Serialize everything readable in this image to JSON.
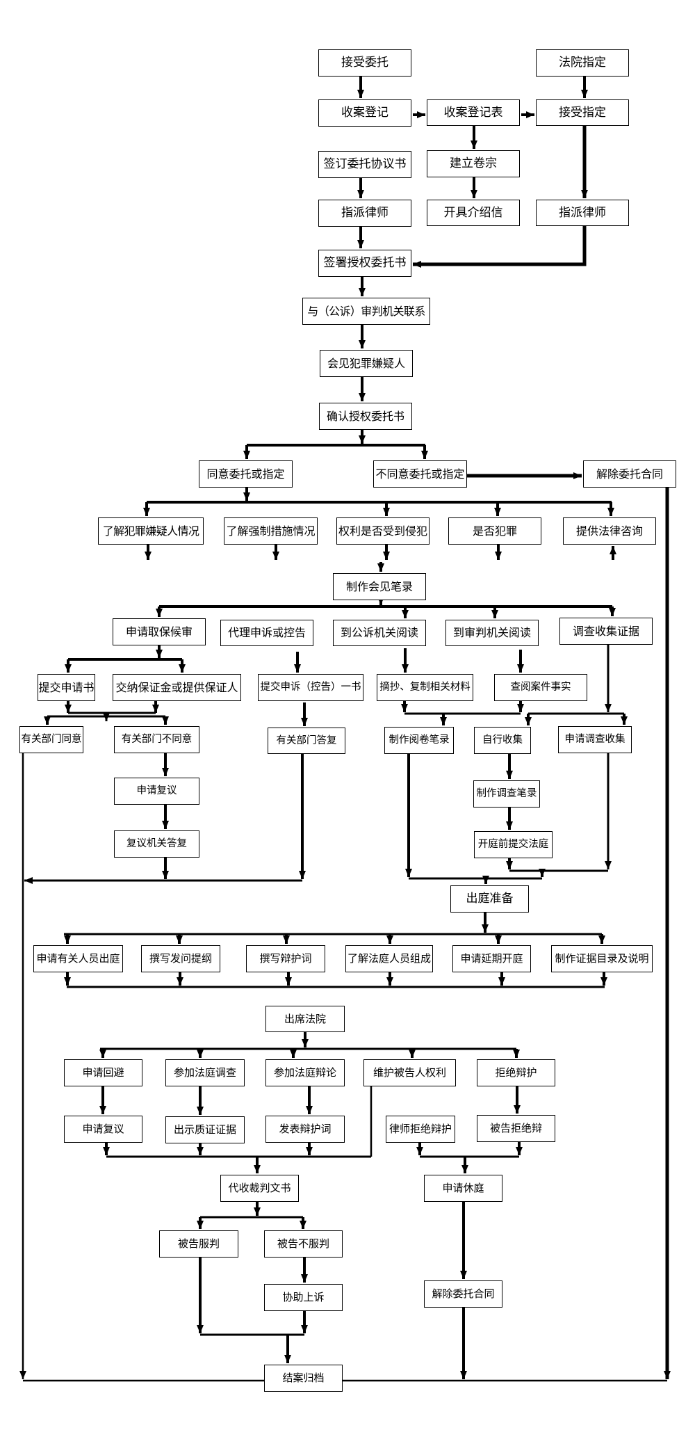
{
  "colors": {
    "line": "#000000",
    "box_border": "#000000",
    "box_fill": "#ffffff",
    "background": "#ffffff",
    "text": "#000000"
  },
  "diagram": {
    "nodes": {
      "accept_commission": "接受委托",
      "court_appointment": "法院指定",
      "case_registration": "收案登记",
      "case_registration_form": "收案登记表",
      "accept_appointment": "接受指定",
      "sign_agreement": "签订委托协议书",
      "build_file": "建立卷宗",
      "assign_lawyer_left": "指派律师",
      "issue_letter": "开具介绍信",
      "assign_lawyer_right": "指派律师",
      "sign_power_of_attorney": "签署授权委托书",
      "contact_authorities": "与（公诉）审判机关联系",
      "meet_suspect": "会见犯罪嫌疑人",
      "confirm_power_of_attorney": "确认授权委托书",
      "agree": "同意委托或指定",
      "disagree": "不同意委托或指定",
      "terminate_contract_top": "解除委托合同",
      "understand_suspect": "了解犯罪嫌疑人情况",
      "understand_measures": "了解强制措施情况",
      "rights_violated": "权利是否受到侵犯",
      "whether_crime": "是否犯罪",
      "legal_consult": "提供法律咨询",
      "meeting_record": "制作会见笔录",
      "apply_bail": "申请取保候审",
      "petition_agent": "代理申诉或控告",
      "read_procuratorate": "到公诉机关阅读",
      "read_court": "到审判机关阅读",
      "investigate": "调查收集证据",
      "submit_application": "提交申请书",
      "pay_bail": "交纳保证金或提供保证人",
      "submit_petition": "提交申诉（控告）一书",
      "excerpt_copy": "摘抄、复制相关材料",
      "review_facts": "查阅案件事实",
      "dept_agree": "有关部门同意",
      "dept_disagree": "有关部门不同意",
      "dept_reply": "有关部门答复",
      "reading_record": "制作阅卷笔录",
      "self_collect": "自行收集",
      "apply_investigation": "申请调查收集",
      "apply_review": "申请复议",
      "investigation_record": "制作调查笔录",
      "review_reply": "复议机关答复",
      "submit_to_court": "开庭前提交法庭",
      "trial_prep": "出庭准备",
      "apply_witness": "申请有关人员出庭",
      "write_questions": "撰写发问提纲",
      "write_defense": "撰写辩护词",
      "court_composition": "了解法庭人员组成",
      "apply_postpone": "申请延期开庭",
      "evidence_list": "制作证据目录及说明",
      "attend_court": "出席法院",
      "apply_recusal": "申请回避",
      "court_investigation": "参加法庭调查",
      "court_debate": "参加法庭辩论",
      "protect_rights": "维护被告人权利",
      "refuse_defense": "拒绝辩护",
      "apply_reconsideration": "申请复议",
      "cross_examine": "出示质证证据",
      "deliver_defense": "发表辩护词",
      "lawyer_refuse": "律师拒绝辩护",
      "defendant_refuse": "被告拒绝辩",
      "receive_judgment": "代收裁判文书",
      "apply_recess": "申请休庭",
      "accept_verdict": "被告服判",
      "reject_verdict": "被告不服判",
      "assist_appeal": "协助上诉",
      "terminate_contract_bottom": "解除委托合同",
      "close_archive": "结案归档"
    }
  }
}
